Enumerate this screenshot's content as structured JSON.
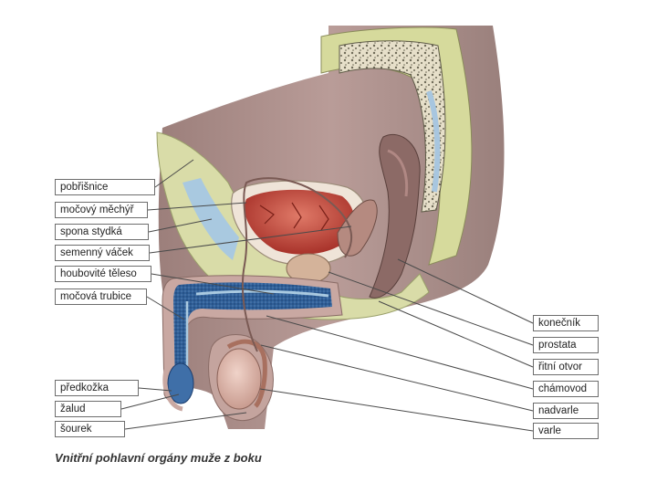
{
  "figure": {
    "caption": "Vnitřní pohlavní orgány muže z boku",
    "labels": {
      "pobrisnice": "pobřišnice",
      "mocovy_mechyr": "močový měchýř",
      "spona_stydka": "spona stydká",
      "semenny_vacek": "semenný váček",
      "houbovite_teleso": "houbovité těleso",
      "mocova_trubice": "močová trubice",
      "predkozka": "předkožka",
      "zalud": "žalud",
      "sourek": "šourek",
      "konecnik": "konečník",
      "prostata": "prostata",
      "ritni_otvor": "řitní otvor",
      "chamovod": "chámovod",
      "nadvarle": "nadvarle",
      "varle": "varle"
    }
  },
  "colors": {
    "skin": "#b79a96",
    "skin_dark": "#8f7470",
    "tissue_green": "#d9dca8",
    "bladder_red": "#c94a3c",
    "erectile_blue": "#3f6fa8",
    "bone": "#e8e2cf",
    "bone_pattern": "#6e6a58",
    "cavity_blue": "#a9c9e0",
    "testis": "#d8b3a8",
    "leader_line": "#4a4a4a"
  }
}
